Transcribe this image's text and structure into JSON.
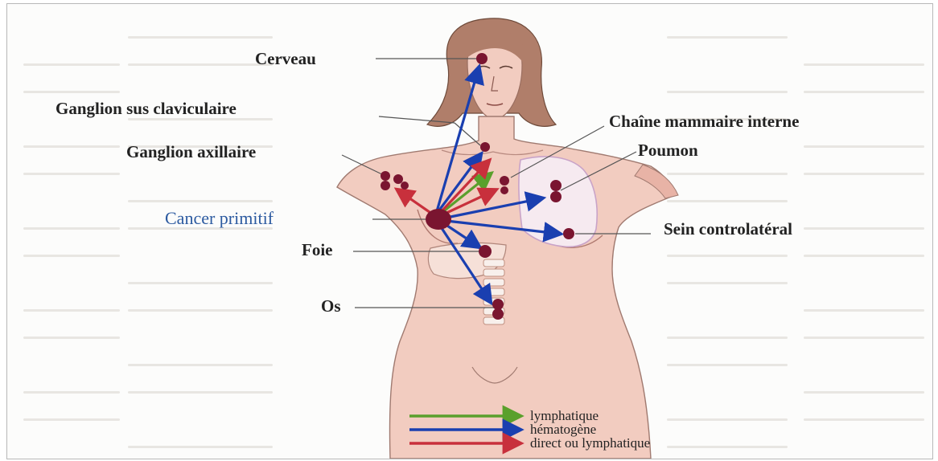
{
  "labels": {
    "cerveau": "Cerveau",
    "ganglion_sus": "Ganglion sus claviculaire",
    "ganglion_axillaire": "Ganglion axillaire",
    "cancer_primitif": "Cancer primitif",
    "foie": "Foie",
    "os": "Os",
    "chaine_mammaire": "Chaîne mammaire interne",
    "poumon": "Poumon",
    "sein_controlateral": "Sein controlatéral"
  },
  "legend": [
    {
      "label": "lymphatique",
      "color": "#5aa02c"
    },
    {
      "label": "hématogène",
      "color": "#1a3fb0"
    },
    {
      "label": "direct ou lymphatique",
      "color": "#c8303c"
    }
  ],
  "colors": {
    "skin": "#f2ccc0",
    "hair": "#b07e6a",
    "node": "#7a1530",
    "lung_fill": "#f6eaf0",
    "lung_edge": "#c9a3c8"
  }
}
